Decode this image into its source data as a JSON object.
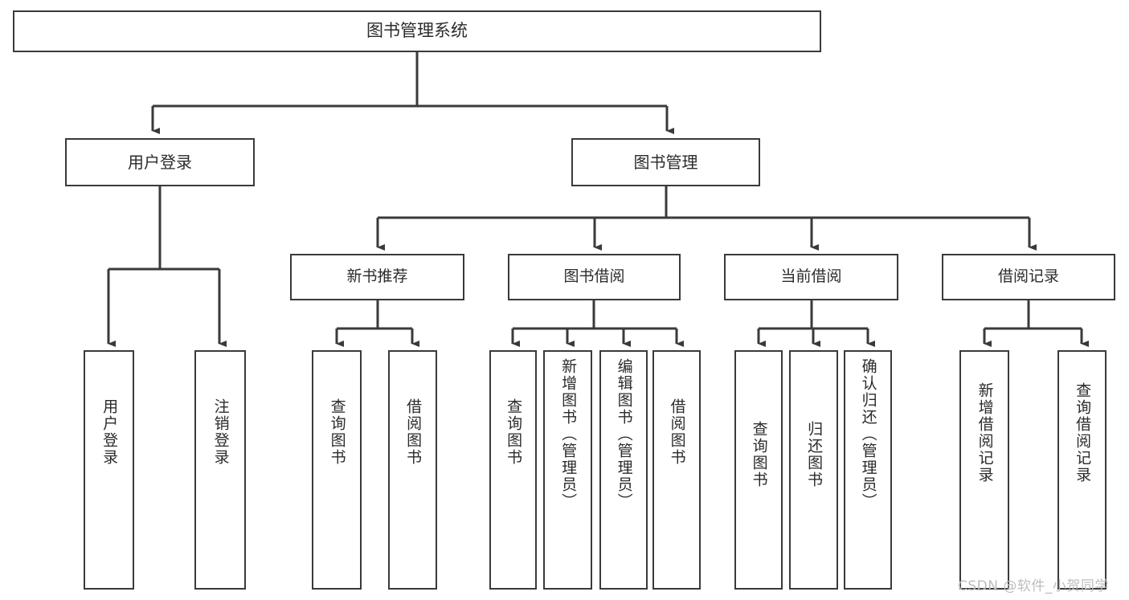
{
  "diagram": {
    "type": "tree-hierarchy",
    "title": "图书管理系统",
    "root": {
      "label": "图书管理系统"
    },
    "level1": [
      {
        "label": "用户登录"
      },
      {
        "label": "图书管理"
      }
    ],
    "level2": [
      {
        "label": "新书推荐"
      },
      {
        "label": "图书借阅"
      },
      {
        "label": "当前借阅"
      },
      {
        "label": "借阅记录"
      }
    ],
    "leaves": {
      "user_login": [
        {
          "label": "用户登录"
        },
        {
          "label": "注销登录"
        }
      ],
      "new_book_recommend": [
        {
          "label": "查询图书"
        },
        {
          "label": "借阅图书"
        }
      ],
      "book_borrow": [
        {
          "label": "查询图书"
        },
        {
          "label": "新增图书（管理员）"
        },
        {
          "label": "编辑图书（管理员）"
        },
        {
          "label": "借阅图书"
        }
      ],
      "current_borrow": [
        {
          "label": "查询图书"
        },
        {
          "label": "归还图书"
        },
        {
          "label": "确认归还（管理员）"
        }
      ],
      "borrow_records": [
        {
          "label": "新增借阅记录"
        },
        {
          "label": "查询借阅记录"
        }
      ]
    }
  },
  "watermark": {
    "text": "CSDN @软件_小贺同学"
  },
  "colors": {
    "stroke": "#3a3a3a",
    "text": "#2b2b2b",
    "background": "#ffffff",
    "watermark": "#bdbdbd"
  }
}
